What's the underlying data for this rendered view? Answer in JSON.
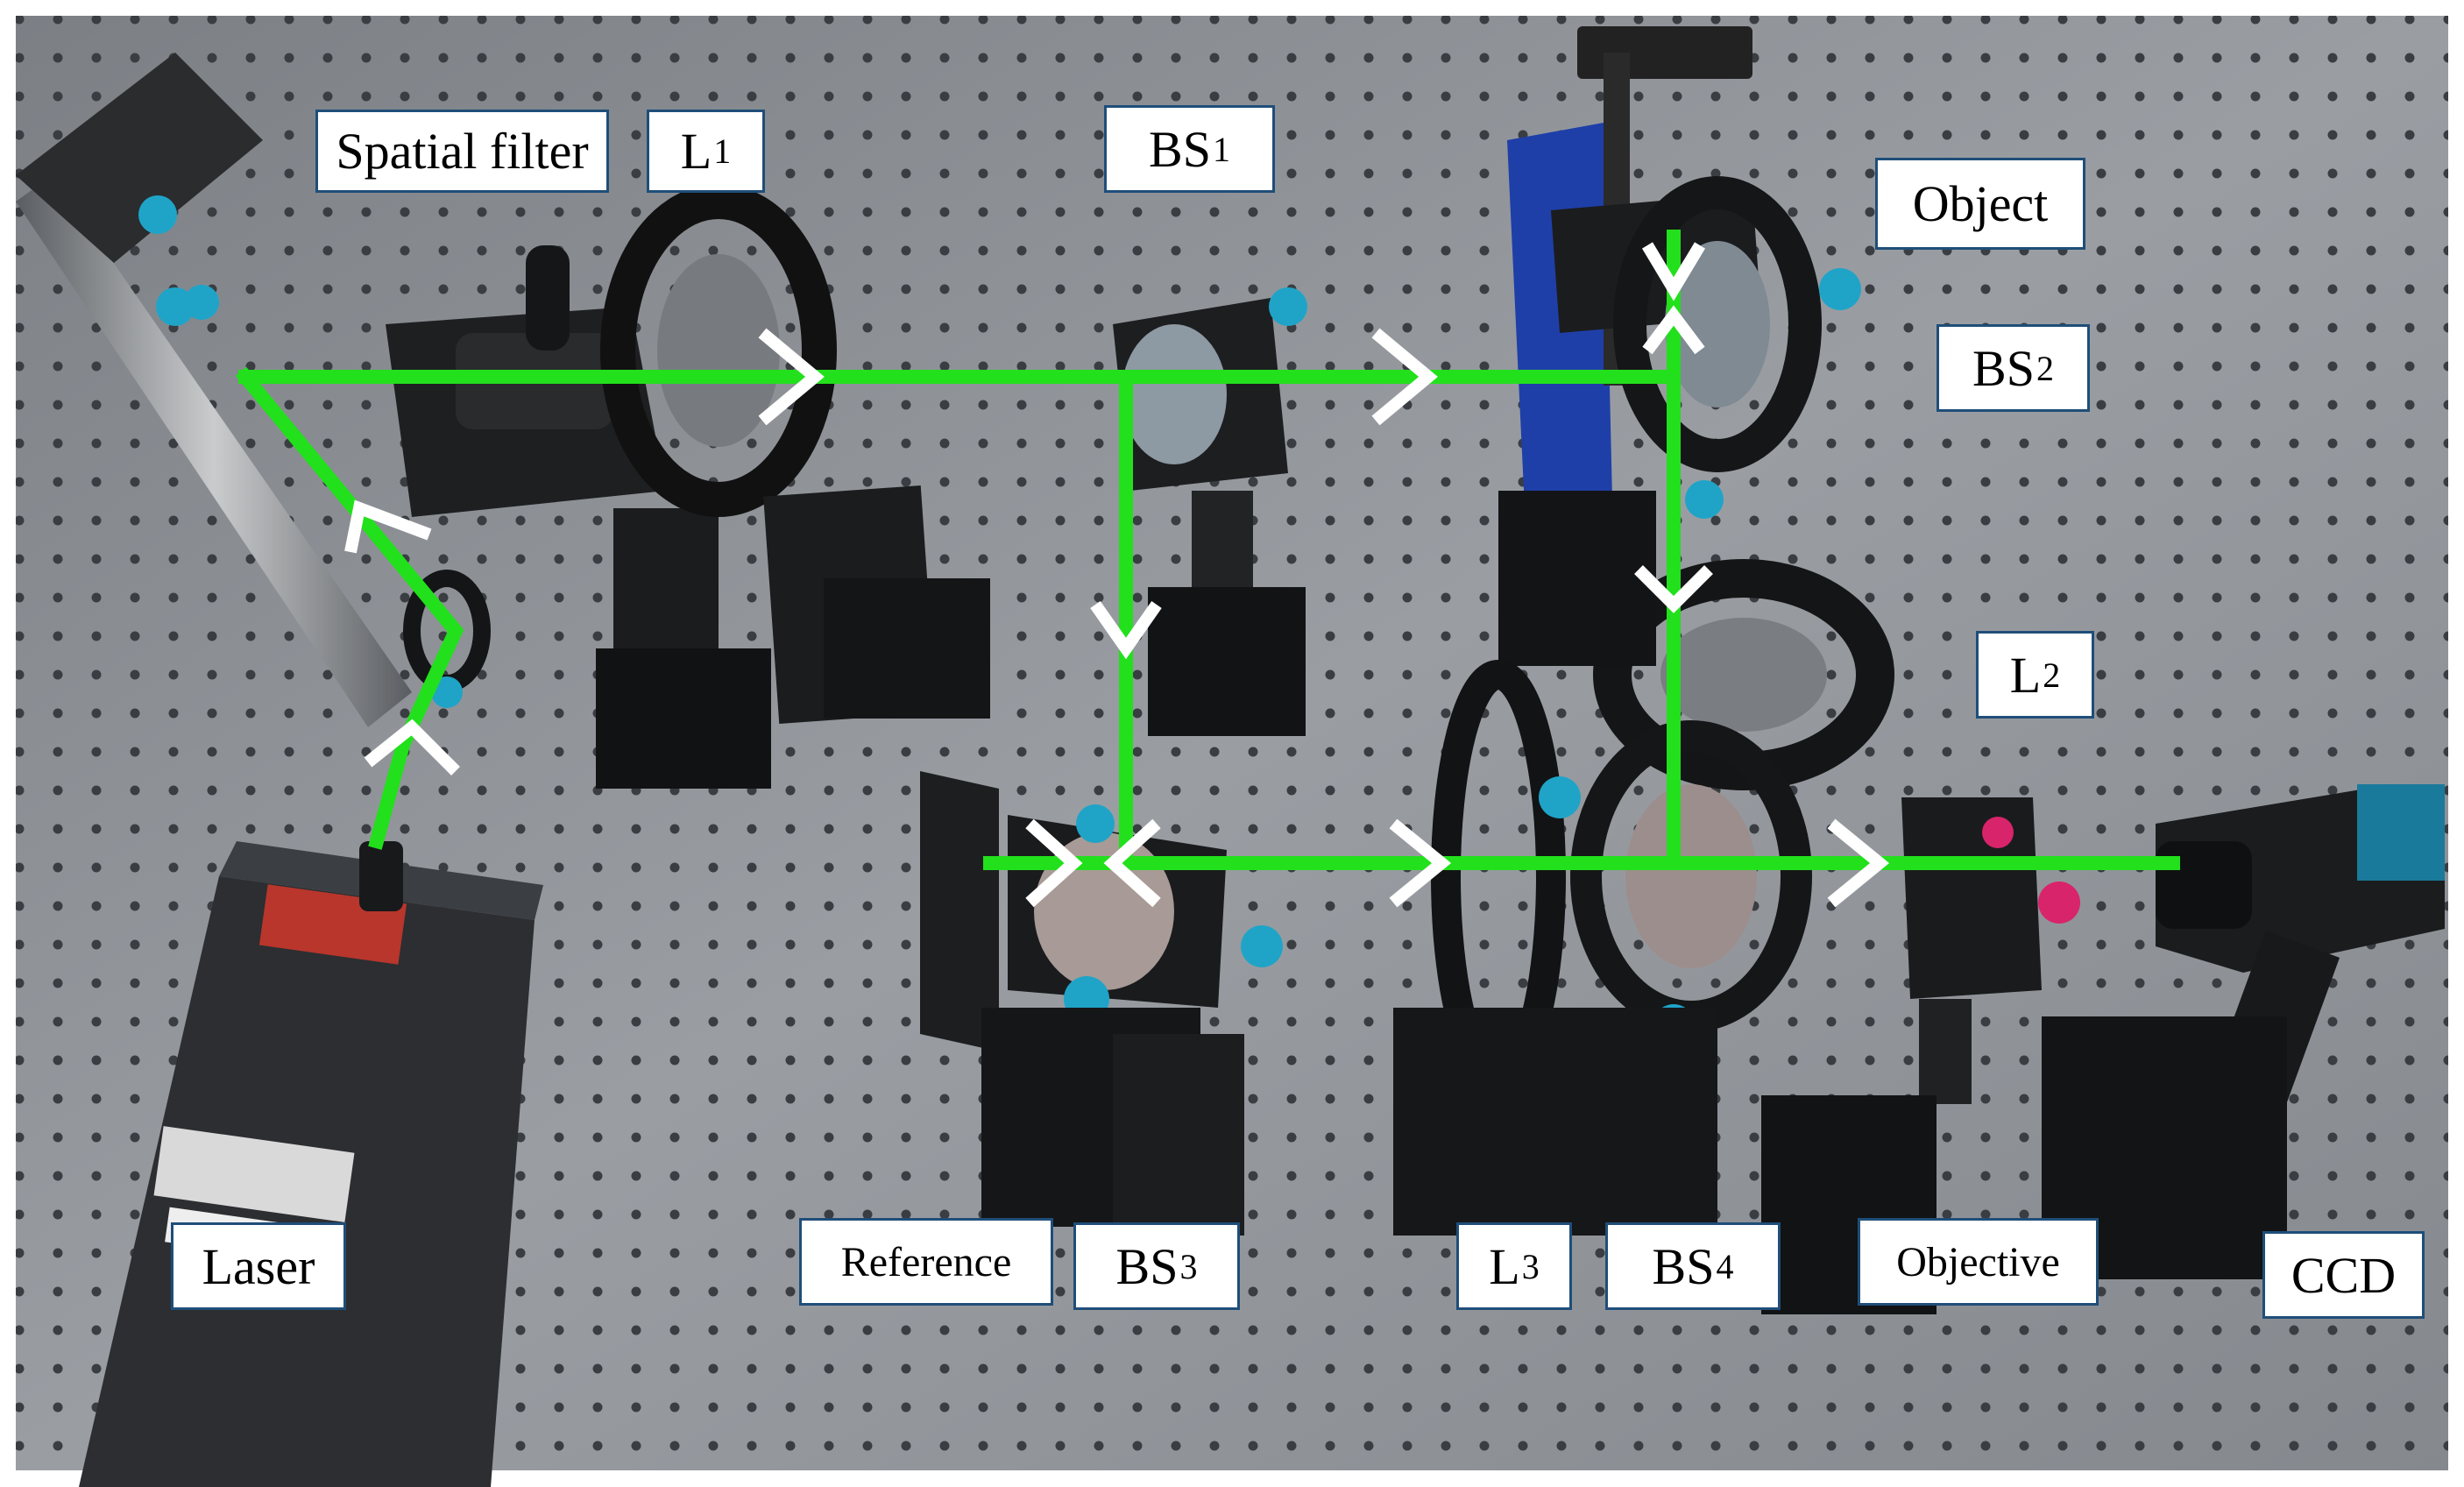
{
  "labels": {
    "spatial_filter": "Spatial filter",
    "l1": {
      "main": "L",
      "sub": "1"
    },
    "bs1": {
      "main": "BS",
      "sub": "1"
    },
    "object": "Object",
    "bs2": {
      "main": "BS",
      "sub": "2"
    },
    "l2": {
      "main": "L",
      "sub": "2"
    },
    "laser": "Laser",
    "reference": "Reference",
    "bs3": {
      "main": "BS",
      "sub": "3"
    },
    "l3": {
      "main": "L",
      "sub": "3"
    },
    "bs4": {
      "main": "BS",
      "sub": "4"
    },
    "objective": "Objective",
    "ccd": "CCD"
  },
  "colors": {
    "table": "#8d9196",
    "beam": "#22e01c",
    "arrow": "#ffffff",
    "label_border": "#1f4e79",
    "knob": "#1fa4c8",
    "knob_pink": "#d8246a"
  }
}
